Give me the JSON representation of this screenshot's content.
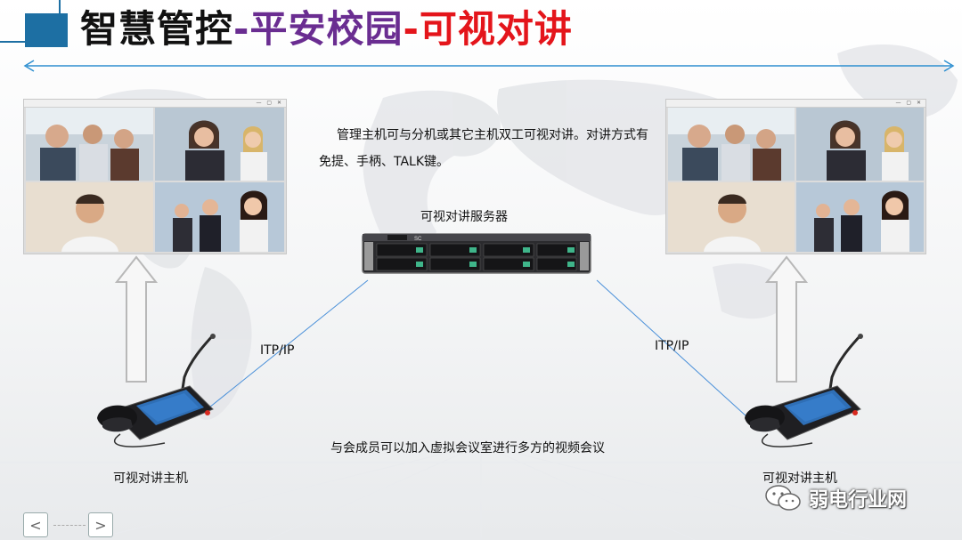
{
  "title": {
    "part1": "智慧管控",
    "part2": "-平安校园",
    "part3": "-可视对讲"
  },
  "description": "管理主机可与分机或其它主机双工可视对讲。对讲方式有免提、手柄、TALK键。",
  "server_label": "可视对讲服务器",
  "server_brand": "SC",
  "link_left_label": "ITP/IP",
  "link_right_label": "ITP/IP",
  "host_left_label": "可视对讲主机",
  "host_right_label": "可视对讲主机",
  "meeting_text": "与会成员可以加入虚拟会议室进行多方的视频会议",
  "video_window": {
    "controls": "— ▢ ✕"
  },
  "navigation": {
    "prev_symbol": "<",
    "next_symbol": ">"
  },
  "watermark": "弱电行业网",
  "colors": {
    "accent_blue": "#1d6fa3",
    "title_purple": "#6a2d91",
    "title_red": "#e4151b",
    "line_blue": "#4a90d9"
  }
}
